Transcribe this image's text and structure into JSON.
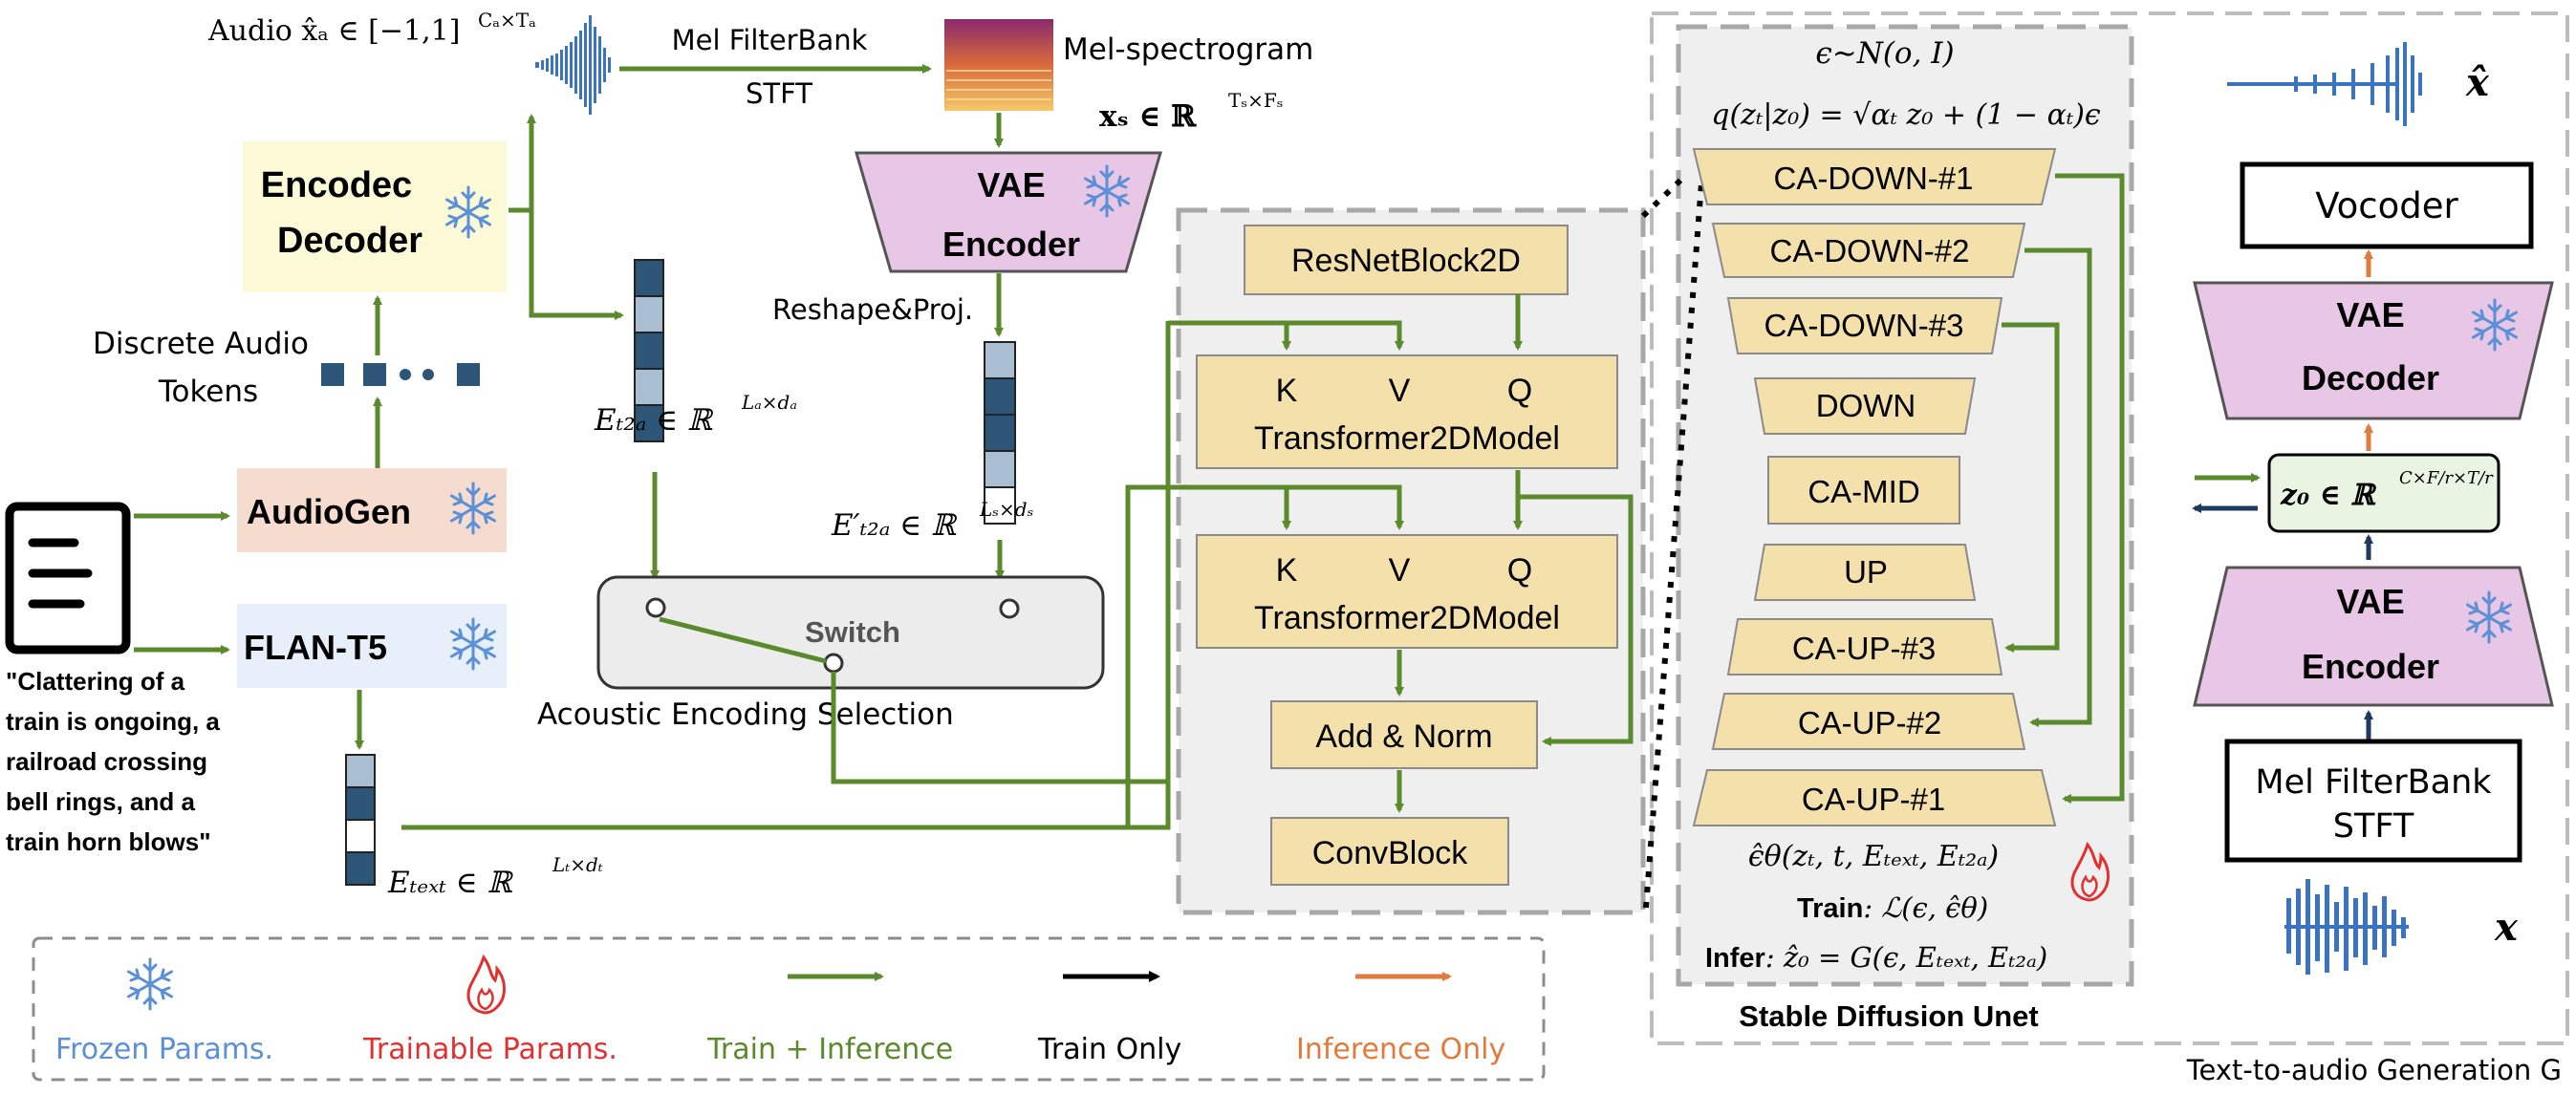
{
  "colors": {
    "green": "#5a8a2c",
    "black": "#000000",
    "orange": "#e07b3c",
    "navy": "#1f3a5f",
    "beige": "#f4e0ab",
    "beige_stroke": "#8a8a8a",
    "lilac": "#e7c6e6",
    "lilac_stroke": "#555555",
    "encodec_fill": "#fcf9d6",
    "audiogen_fill": "#f6dbcf",
    "flan_fill": "#e7f0fa",
    "switch_fill": "#ececec",
    "panel_fill": "#efefef",
    "frozen_blue": "#5b8fd6",
    "trainable_red": "#e03030",
    "legend_green": "#5a8a2c",
    "legend_orange": "#e07b3c",
    "token_dark": "#2d5578",
    "token_light": "#a9bed0"
  },
  "left": {
    "audio_label": "Audio x̂ₐ ∈ [−1,1]",
    "audio_sup": "Cₐ×Tₐ",
    "mel_stft_label_1": "Mel FilterBank",
    "mel_stft_label_2": "STFT",
    "mel_spec_label": "Mel-spectrogram",
    "xs_label": "xₛ ∈ ℝ",
    "xs_sup": "Tₛ×Fₛ",
    "encodec_1": "Encodec",
    "encodec_2": "Decoder",
    "vae_enc_1": "VAE",
    "vae_enc_2": "Encoder",
    "discrete_1": "Discrete Audio",
    "discrete_2": "Tokens",
    "e_t2a": "Eₜ₂ₐ ∈ ℝ",
    "e_t2a_sup": "Lₐ×dₐ",
    "reshape": "Reshape&Proj.",
    "e_t2a_prime": "E′ₜ₂ₐ ∈ ℝ",
    "e_t2a_prime_sup": "Lₛ×dₛ",
    "audiogen": "AudioGen",
    "flan": "FLAN-T5",
    "switch": "Switch",
    "acoustic": "Acoustic Encoding  Selection",
    "caption": [
      "\"Clattering of a",
      "train is ongoing, a",
      "railroad crossing",
      "bell rings, and a",
      "train horn blows\""
    ],
    "e_text": "Eₜₑₓₜ ∈ ℝ",
    "e_text_sup": "Lₜ×dₜ"
  },
  "middle": {
    "resnet": "ResNetBlock2D",
    "kvq": [
      "K",
      "V",
      "Q"
    ],
    "transformer": "Transformer2DModel",
    "addnorm": "Add & Norm",
    "convblock": "ConvBlock"
  },
  "unet": {
    "noise": "ϵ∼N(o, I)",
    "q_eq": "q(zₜ|z₀) = √αₜ z₀ + (1 − αₜ)ϵ",
    "blocks": [
      "CA-DOWN-#1",
      "CA-DOWN-#2",
      "CA-DOWN-#3",
      "DOWN",
      "CA-MID",
      "UP",
      "CA-UP-#3",
      "CA-UP-#2",
      "CA-UP-#1"
    ],
    "eps_hat": "ϵ̂θ(zₜ, t, Eₜₑₓₜ, Eₜ₂ₐ)",
    "train_lbl": "Train",
    "train_rest": ": ℒ(ϵ, ϵ̂θ)",
    "infer_lbl": "Infer",
    "infer_rest": ": ẑ₀ = G(ϵ, Eₜₑₓₜ, Eₜ₂ₐ)",
    "title": "Stable Diffusion Unet"
  },
  "right": {
    "x_hat": "x̂",
    "vocoder": "Vocoder",
    "vae_dec_1": "VAE",
    "vae_dec_2": "Decoder",
    "z0": "z₀ ∈ ℝ",
    "z0_sup": "C×F/r×T/r",
    "vae_enc_1": "VAE",
    "vae_enc_2": "Encoder",
    "mel_1": "Mel FilterBank",
    "mel_2": "STFT",
    "x": "x",
    "title": "Text-to-audio Generation G"
  },
  "legend": {
    "frozen": "Frozen Params.",
    "trainable": "Trainable Params.",
    "train_infer": "Train + Inference",
    "train_only": "Train Only",
    "infer_only": "Inference Only"
  }
}
